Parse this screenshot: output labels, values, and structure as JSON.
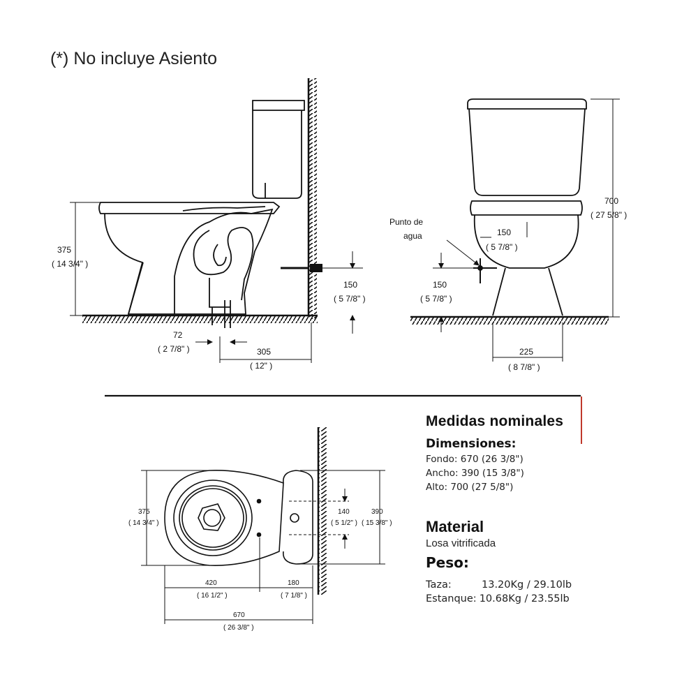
{
  "note": "(*) No incluye Asiento",
  "side_view": {
    "height_mm": "375",
    "height_in": "( 14 3/4\" )",
    "supply_height_mm": "150",
    "supply_height_in": "( 5 7/8\" )",
    "outlet_offset_mm": "72",
    "outlet_offset_in": "( 2 7/8\" )",
    "wall_distance_mm": "305",
    "wall_distance_in": "( 12\" )"
  },
  "front_view": {
    "total_height_mm": "700",
    "total_height_in": "( 27 5/8\" )",
    "water_point_line1": "Punto de",
    "water_point_line2": "agua",
    "offset_mm": "150",
    "offset_in": "( 5 7/8\" )",
    "supply_height_mm": "150",
    "supply_height_in": "( 5 7/8\" )",
    "base_width_mm": "225",
    "base_width_in": "( 8 7/8\" )"
  },
  "top_view": {
    "bowl_width_mm": "375",
    "bowl_width_in": "( 14 3/4\" )",
    "bolt_spacing_mm": "140",
    "bolt_spacing_in": "( 5 1/2\" )",
    "tank_width_mm": "390",
    "tank_width_in": "( 15 3/8\" )",
    "bowl_length_mm": "420",
    "bowl_length_in": "( 16 1/2\" )",
    "tank_depth_mm": "180",
    "tank_depth_in": "( 7 1/8\" )",
    "total_length_mm": "670",
    "total_length_in": "( 26 3/8\" )"
  },
  "specs": {
    "title": "Medidas nominales",
    "dimensions_heading": "Dimensiones:",
    "dimensions": [
      "Fondo: 670 (26 3/8\")",
      "Ancho: 390 (15 3/8\")",
      "Alto: 700 (27 5/8\")"
    ],
    "material_heading": "Material",
    "material_value": "Losa vitrificada",
    "weight_heading": "Peso:",
    "weights": [
      {
        "label": "Taza:",
        "value": "13.20Kg / 29.10lb"
      },
      {
        "label": "Estanque:",
        "value": "10.68Kg / 23.55lb"
      }
    ]
  },
  "colors": {
    "line": "#111111",
    "accent_bar": "#c0392b"
  }
}
